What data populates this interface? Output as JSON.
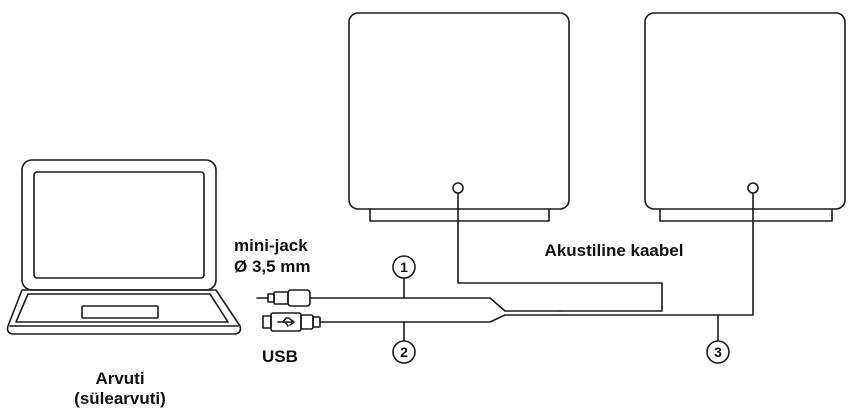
{
  "labels": {
    "jack_line1": "mini-jack",
    "jack_line2": "Ø 3,5 mm",
    "usb": "USB",
    "computer_line1": "Arvuti",
    "computer_line2": "(sülearvuti)",
    "speaker_cable": "Akustiline kaabel"
  },
  "callouts": [
    "1",
    "2",
    "3"
  ],
  "colors": {
    "stroke": "#1a1a1a",
    "background": "#ffffff"
  }
}
